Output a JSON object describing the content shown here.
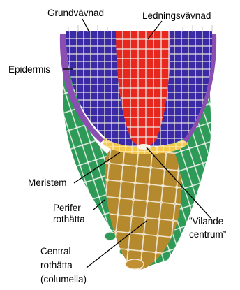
{
  "labels": {
    "grundvavnad": "Grundvävnad",
    "ledningsvavnad": "Ledningsvävnad",
    "epidermis": "Epidermis",
    "meristem": "Meristem",
    "perifer_1": "Perifer",
    "perifer_2": "rothätta",
    "vilande_1": "”Vilande",
    "vilande_2": "centrum”",
    "central_1": "Central",
    "central_2": "rothätta",
    "central_3": "(columella)"
  },
  "colors": {
    "ground_tissue": "#3b2aa6",
    "vascular_tissue": "#e8281e",
    "epidermis": "#8a4fb0",
    "meristem": "#f4c84a",
    "peripheral_root_cap": "#2e9a58",
    "columella": "#b58a2e",
    "cell_walls": "#e9e6df"
  }
}
